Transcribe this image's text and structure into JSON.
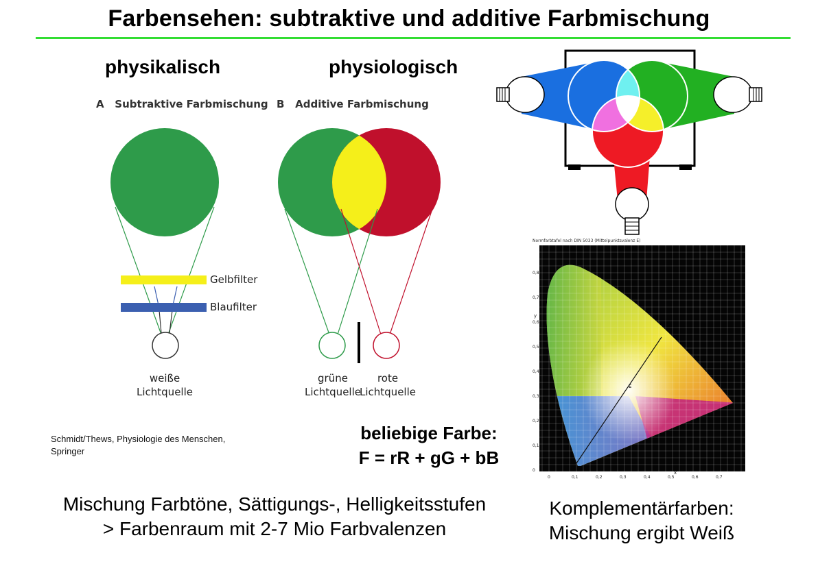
{
  "title": "Farbensehen: subtraktive und additive Farbmischung",
  "headers": {
    "left": "physikalisch",
    "right": "physiologisch"
  },
  "panel_a": {
    "letter": "A",
    "heading": "Subtraktive Farbmischung",
    "filter_yellow": "Gelbfilter",
    "filter_blue": "Blaufilter",
    "source_line1": "weiße",
    "source_line2": "Lichtquelle",
    "colors": {
      "green": "#2e9b4a",
      "yellow": "#f5ef1a",
      "blue": "#3b5fb0"
    }
  },
  "panel_b": {
    "letter": "B",
    "heading": "Additive Farbmischung",
    "source_green_line1": "grüne",
    "source_green_line2": "Lichtquelle",
    "source_red_line1": "rote",
    "source_red_line2": "Lichtquelle",
    "colors": {
      "green": "#2e9b4a",
      "red": "#c0102c",
      "yellow": "#f5ef1a"
    }
  },
  "citation": {
    "line1": "Schmidt/Thews, Physiologie des Menschen,",
    "line2": "Springer"
  },
  "formula": {
    "line1": "beliebige Farbe:",
    "line2": "F = rR + gG + bB"
  },
  "chromaticity": {
    "title": "Normfarbtafel nach DIN 5033 (Mittelpunktsvalenz E)",
    "y_axis": "y",
    "x_axis": "x",
    "x_ticks": [
      "0",
      "0,1",
      "0,2",
      "0,3",
      "0,4",
      "0,5",
      "0,6",
      "0,7"
    ],
    "y_ticks": [
      "0",
      "0,1",
      "0,2",
      "0,3",
      "0,4",
      "0,5",
      "0,6",
      "0,7",
      "0,8"
    ],
    "point_label": "E"
  },
  "bottom_left": {
    "line1": "Mischung Farbtöne, Sättigungs-, Helligkeitsstufen",
    "line2": "> Farbenraum mit 2-7 Mio Farbvalenzen"
  },
  "bottom_right": {
    "line1": "Komplementärfarben:",
    "line2": "Mischung ergibt Weiß"
  }
}
